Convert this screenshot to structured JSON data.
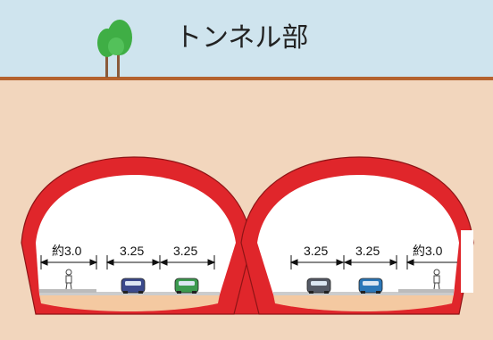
{
  "title": "トンネル部",
  "colors": {
    "sky": "#cfe4ee",
    "ground": "#f2d6bd",
    "ground_line": "#b5622e",
    "lining": "#e0262b",
    "lining_edge": "#8e1416",
    "road_bed": "#f4c9a1",
    "tree": "#3fae45",
    "trunk": "#8a5a3a"
  },
  "left_tube": {
    "dimensions": [
      "約3.0",
      "3.25",
      "3.25"
    ],
    "car_colors": [
      "#3b4a8c",
      "#3c9a4f"
    ]
  },
  "right_tube": {
    "dimensions": [
      "3.25",
      "3.25",
      "約3.0"
    ],
    "car_colors": [
      "#555a66",
      "#2b77b8"
    ]
  }
}
